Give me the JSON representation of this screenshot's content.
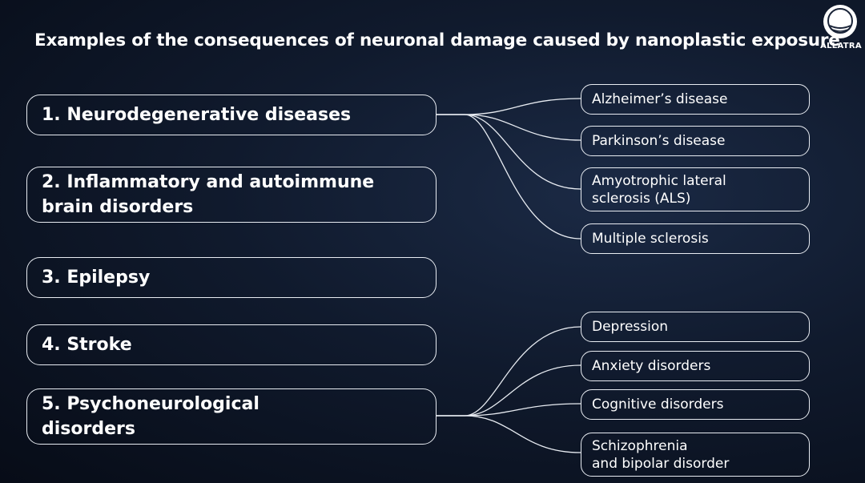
{
  "title": "Examples of the consequences of neuronal damage caused by nanoplastic exposure",
  "logo": {
    "text": "ALLATRA",
    "icon": "allatra-logo-icon"
  },
  "categories": [
    {
      "label": "1. Neurodegenerative diseases"
    },
    {
      "label": "2. Inflammatory and autoimmune\nbrain disorders"
    },
    {
      "label": "3. Epilepsy"
    },
    {
      "label": "4. Stroke"
    },
    {
      "label": "5. Psychoneurological\ndisorders"
    }
  ],
  "neurodegenerative_examples": [
    {
      "label": "Alzheimer’s disease"
    },
    {
      "label": "Parkinson’s disease"
    },
    {
      "label": "Amyotrophic lateral\nsclerosis (ALS)"
    },
    {
      "label": "Multiple sclerosis"
    }
  ],
  "psychoneurological_examples": [
    {
      "label": "Depression"
    },
    {
      "label": "Anxiety disorders"
    },
    {
      "label": "Cognitive disorders"
    },
    {
      "label": "Schizophrenia\nand bipolar disorder"
    }
  ]
}
